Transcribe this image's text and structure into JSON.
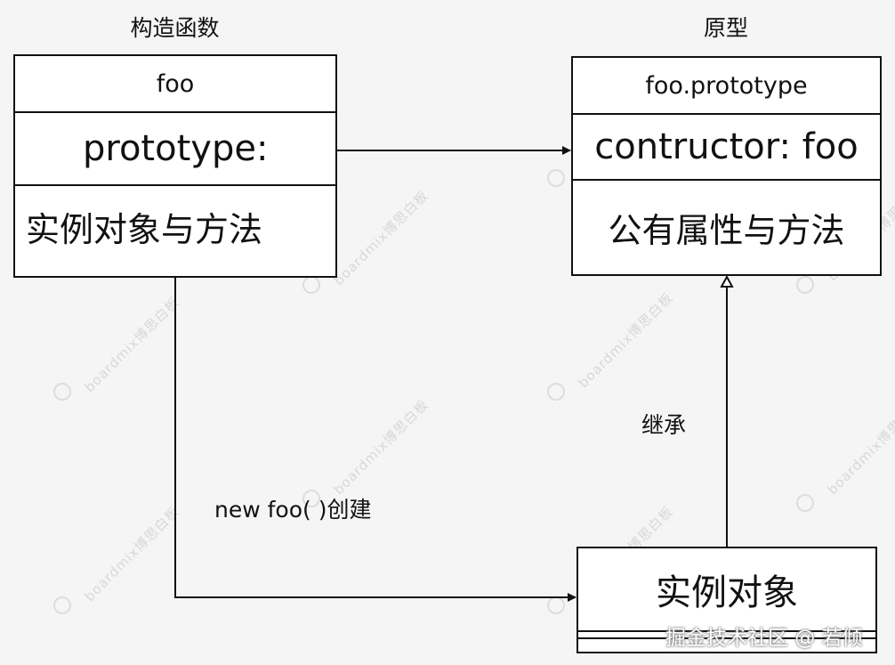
{
  "captions": {
    "constructor": "构造函数",
    "prototype": "原型"
  },
  "constructor_box": {
    "title": "foo",
    "property": "prototype:",
    "section": "实例对象与方法"
  },
  "prototype_box": {
    "title": "foo.prototype",
    "property": "contructor: foo",
    "section": "公有属性与方法"
  },
  "instance_box": {
    "title": "实例对象"
  },
  "edges": {
    "create_label": "new  foo( )创建",
    "inherit_label": "继承"
  },
  "watermark": {
    "text": "boardmix博思白板",
    "footer": "掘金技术社区 @ 若倾"
  }
}
